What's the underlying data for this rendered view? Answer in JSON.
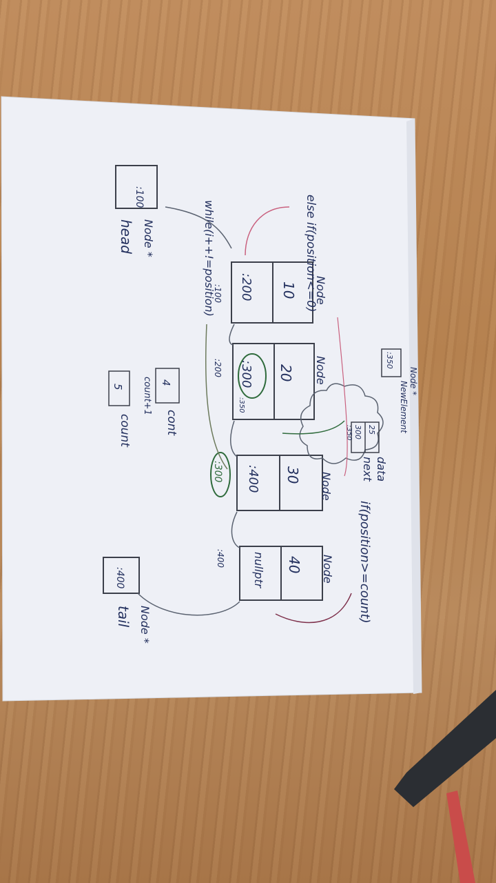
{
  "labels": {
    "head_addr": ":100",
    "head_type": "Node *",
    "head_name": "head",
    "tail_addr": ":400",
    "tail_type": "Node *",
    "tail_name": "tail",
    "node_label": "Node",
    "if_first": "else if(position<=0)",
    "if_last": "if(position>=count)",
    "while_loop": "while(i++!=position)",
    "new_node_type": "Node *",
    "new_node_name": "NewElement",
    "new_node_addr": ":350",
    "new_data_val": "25",
    "new_next_val": "300",
    "new_self_addr": ":350",
    "data_label": "data",
    "next_label": "next",
    "cont_val": "4",
    "cont_label": "cont",
    "count_inc": "count+1",
    "count_val": "5",
    "count_label": "count",
    "circled_300_a": ":300",
    "circled_300_b": ":300",
    "addr_350_small": ":350",
    "addr_100_mid": ":100",
    "addr_200_mid": ":200",
    "addr_400_mid": ":400"
  },
  "nodes": [
    {
      "name": "node-1",
      "data": "10",
      "next": ":200"
    },
    {
      "name": "node-2",
      "data": "20",
      "next": ":300"
    },
    {
      "name": "node-3",
      "data": "30",
      "next": ":400"
    },
    {
      "name": "node-4",
      "data": "40",
      "next": "nullptr"
    }
  ],
  "colors": {
    "paper": "#eef0f5",
    "ink_blue": "#23305e",
    "ink_green": "#2f6b3c",
    "ink_pink": "#c9607e",
    "ink_gray": "#5a6270"
  }
}
